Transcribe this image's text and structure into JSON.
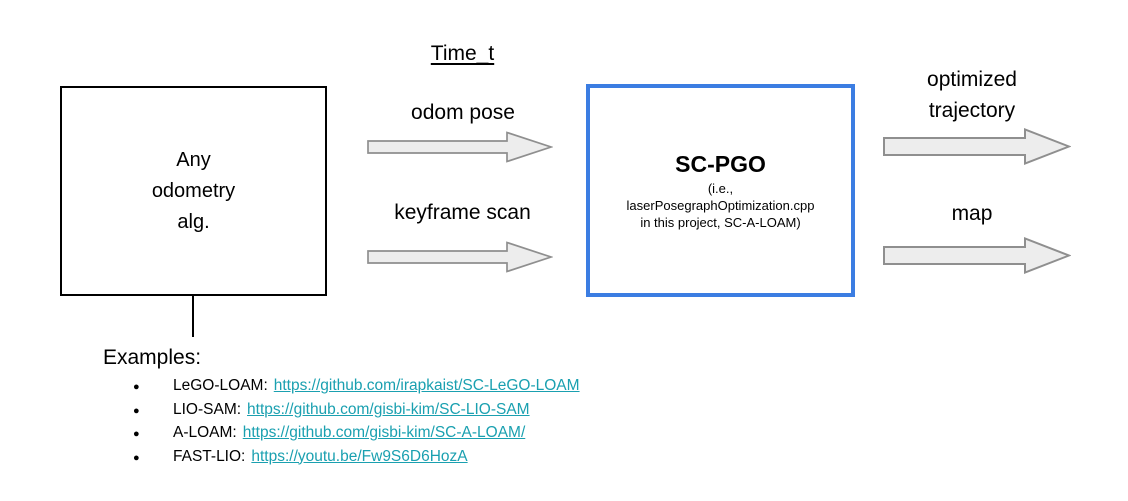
{
  "diagram": {
    "time_label": "Time_t",
    "inputs": [
      {
        "label": "odom pose"
      },
      {
        "label": "keyframe scan"
      }
    ],
    "source_box": {
      "text": "Any\nodometry\nalg."
    },
    "process_box": {
      "title": "SC-PGO",
      "subtitle_line1": "(i.e.,",
      "subtitle_line2": "laserPosegraphOptimization.cpp",
      "subtitle_line3": "in this project, SC-A-LOAM)"
    },
    "outputs": [
      {
        "label": "optimized\ntrajectory"
      },
      {
        "label": "map"
      }
    ]
  },
  "examples": {
    "heading": "Examples:",
    "bullet_glyph": "●",
    "items": [
      {
        "name": "LeGO-LOAM:",
        "url": "https://github.com/irapkaist/SC-LeGO-LOAM"
      },
      {
        "name": "LIO-SAM:",
        "url": "https://github.com/gisbi-kim/SC-LIO-SAM"
      },
      {
        "name": "A-LOAM:",
        "url": "https://github.com/gisbi-kim/SC-A-LOAM/"
      },
      {
        "name": "FAST-LIO:",
        "url": "https://youtu.be/Fw9S6D6HozA"
      }
    ]
  },
  "colors": {
    "process_box_border": "#3b7de2",
    "source_box_border": "#000000",
    "arrow_fill": "#ededed",
    "arrow_stroke": "#8f8f8f",
    "link": "#1aa0b0",
    "text": "#000000"
  }
}
